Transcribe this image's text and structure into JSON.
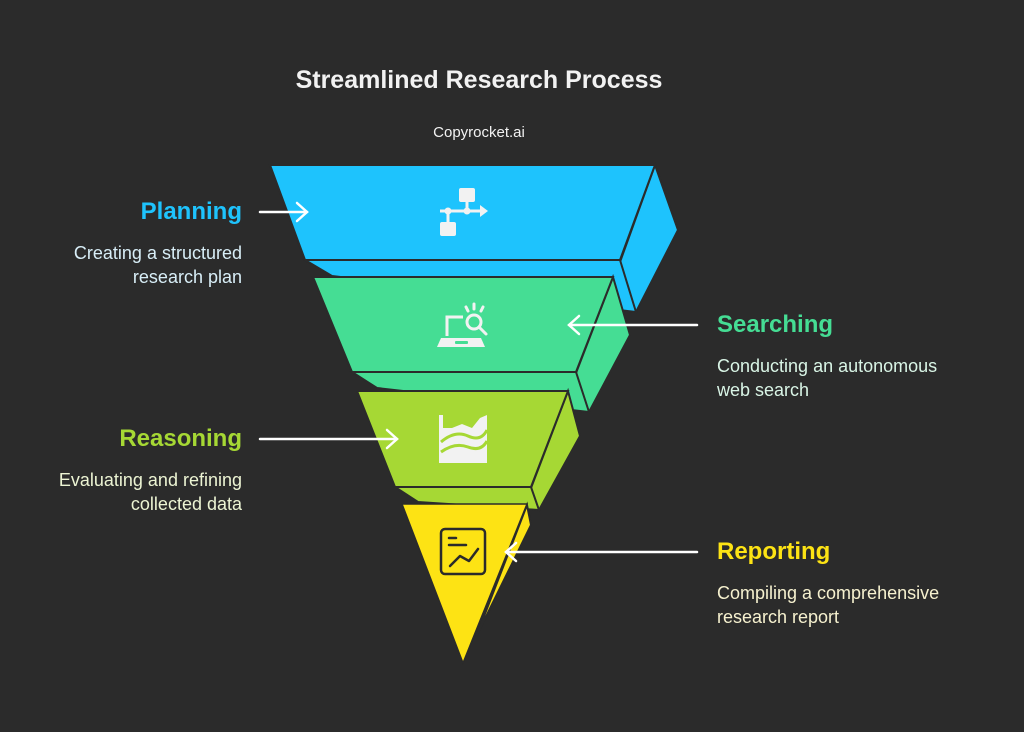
{
  "header": {
    "title": "Streamlined Research Process",
    "subtitle": "Copyrocket.ai"
  },
  "stages": [
    {
      "id": "planning",
      "heading": "Planning",
      "description_lines": [
        "Creating a structured",
        "research plan"
      ],
      "icon": "flowchart-icon",
      "color": "#1ec3fd",
      "heading_color": "#1ec3fd",
      "desc_color": "#d8eef7",
      "side": "left"
    },
    {
      "id": "searching",
      "heading": "Searching",
      "description_lines": [
        "Conducting an autonomous",
        "web search"
      ],
      "icon": "laptop-search-icon",
      "color": "#45dd94",
      "heading_color": "#45dd94",
      "desc_color": "#d9f5e6",
      "side": "right"
    },
    {
      "id": "reasoning",
      "heading": "Reasoning",
      "description_lines": [
        "Evaluating and refining",
        "collected data"
      ],
      "icon": "area-chart-icon",
      "color": "#a6d834",
      "heading_color": "#a6d834",
      "desc_color": "#ecf4d3",
      "side": "left"
    },
    {
      "id": "reporting",
      "heading": "Reporting",
      "description_lines": [
        "Compiling a comprehensive",
        "research report"
      ],
      "icon": "report-chart-icon",
      "color": "#fde314",
      "heading_color": "#fde314",
      "desc_color": "#f6f1cf",
      "side": "right"
    }
  ]
}
